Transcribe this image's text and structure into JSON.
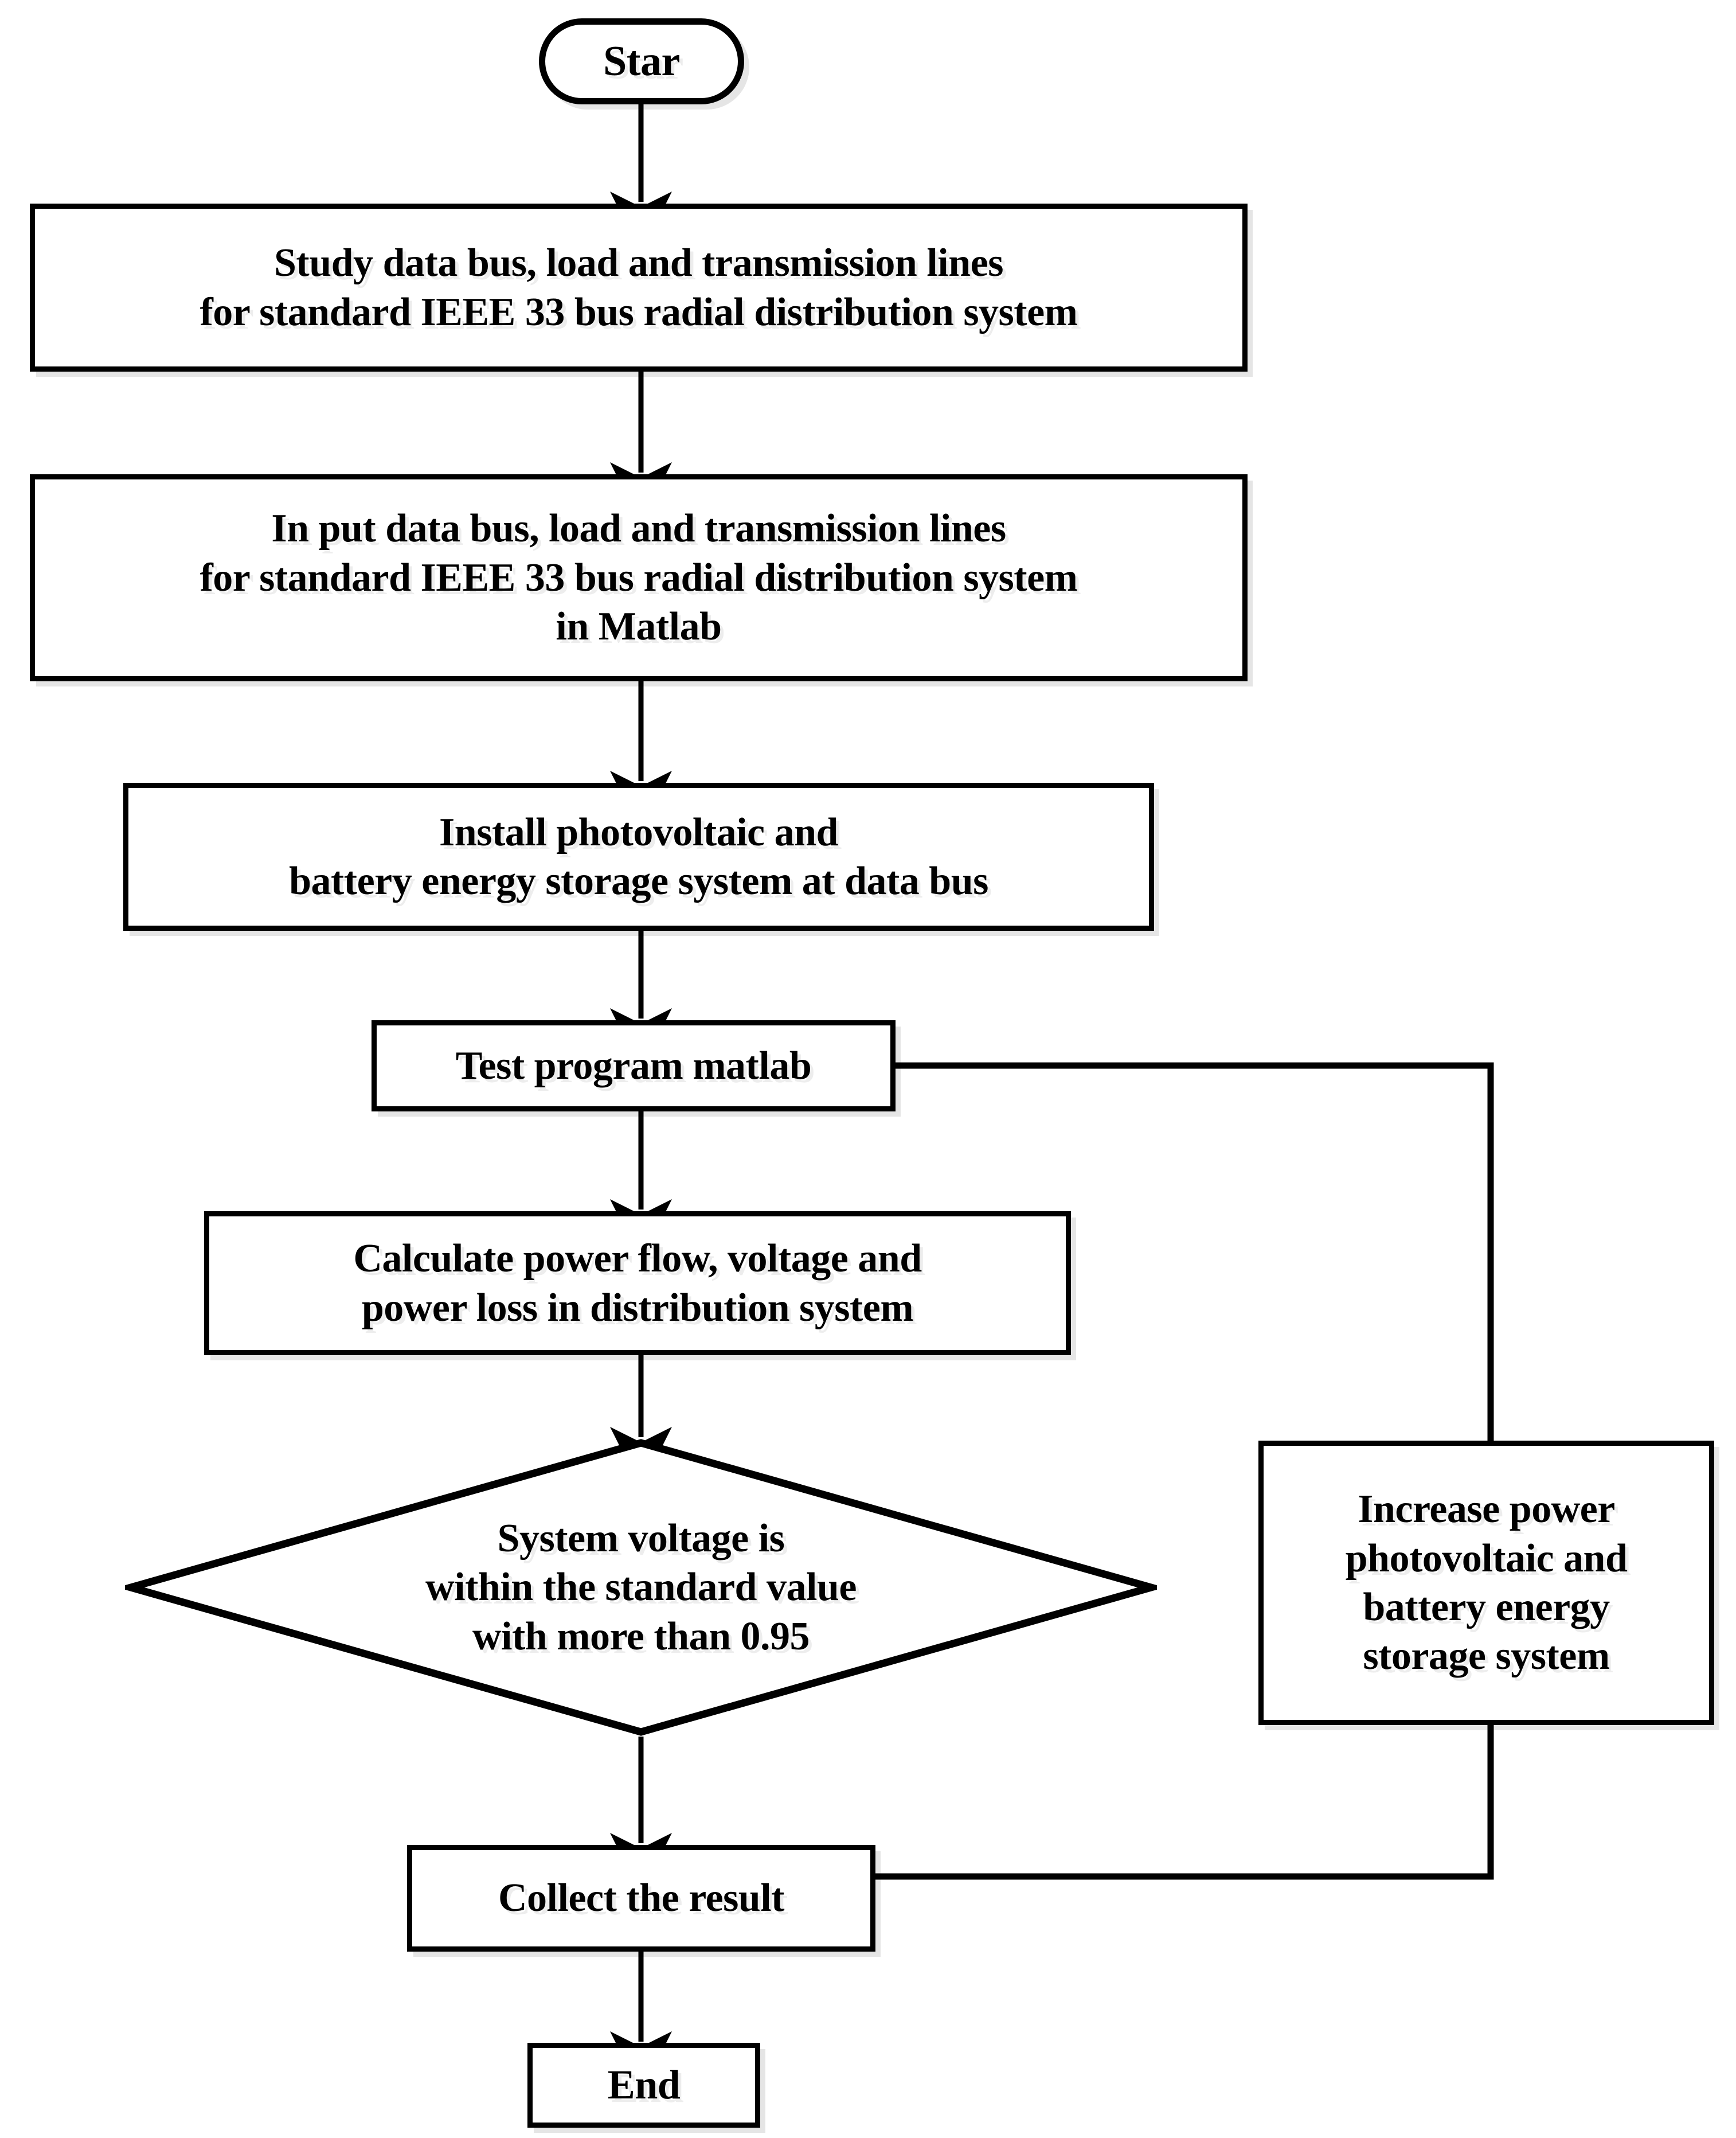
{
  "diagram": {
    "title": "Flowchart of IEEE 33 bus radial distribution system study with PV and BESS",
    "type": "flowchart",
    "background_color": "#ffffff",
    "line_color": "#000000",
    "text_color": "#000000"
  },
  "nodes": {
    "start": {
      "id": "start",
      "shape": "terminator",
      "label": "Star"
    },
    "study": {
      "id": "study",
      "shape": "process",
      "label": "Study data bus, load and transmission lines\nfor standard IEEE 33 bus radial distribution system"
    },
    "input": {
      "id": "input",
      "shape": "process",
      "label": "In put data bus, load and transmission lines\nfor standard IEEE 33 bus radial distribution system\nin Matlab"
    },
    "install": {
      "id": "install",
      "shape": "process",
      "label": "Install photovoltaic and\nbattery energy storage system at data bus"
    },
    "test": {
      "id": "test",
      "shape": "process",
      "label": "Test program matlab"
    },
    "calculate": {
      "id": "calculate",
      "shape": "process",
      "label": "Calculate power flow, voltage and\npower loss in distribution system"
    },
    "decision": {
      "id": "decision",
      "shape": "decision",
      "label": "System voltage is\nwithin the standard value\nwith more than 0.95"
    },
    "increase": {
      "id": "increase",
      "shape": "process",
      "label": "Increase power\nphotovoltaic and\nbattery energy\nstorage system"
    },
    "collect": {
      "id": "collect",
      "shape": "process",
      "label": "Collect the result"
    },
    "end": {
      "id": "end",
      "shape": "process",
      "label": "End"
    }
  },
  "edges": [
    {
      "from": "start",
      "to": "study",
      "kind": "arrow-down",
      "label": ""
    },
    {
      "from": "study",
      "to": "input",
      "kind": "arrow-down",
      "label": ""
    },
    {
      "from": "input",
      "to": "install",
      "kind": "arrow-down",
      "label": ""
    },
    {
      "from": "install",
      "to": "test",
      "kind": "arrow-down",
      "label": ""
    },
    {
      "from": "test",
      "to": "calculate",
      "kind": "arrow-down",
      "label": ""
    },
    {
      "from": "calculate",
      "to": "decision",
      "kind": "arrow-down",
      "label": ""
    },
    {
      "from": "decision",
      "to": "collect",
      "kind": "arrow-down",
      "label": ""
    },
    {
      "from": "collect",
      "to": "end",
      "kind": "arrow-down",
      "label": ""
    },
    {
      "from": "collect",
      "to": "increase",
      "kind": "feedback-right-up",
      "label": ""
    },
    {
      "from": "increase",
      "to": "test",
      "kind": "feedback-up-left",
      "label": ""
    }
  ]
}
